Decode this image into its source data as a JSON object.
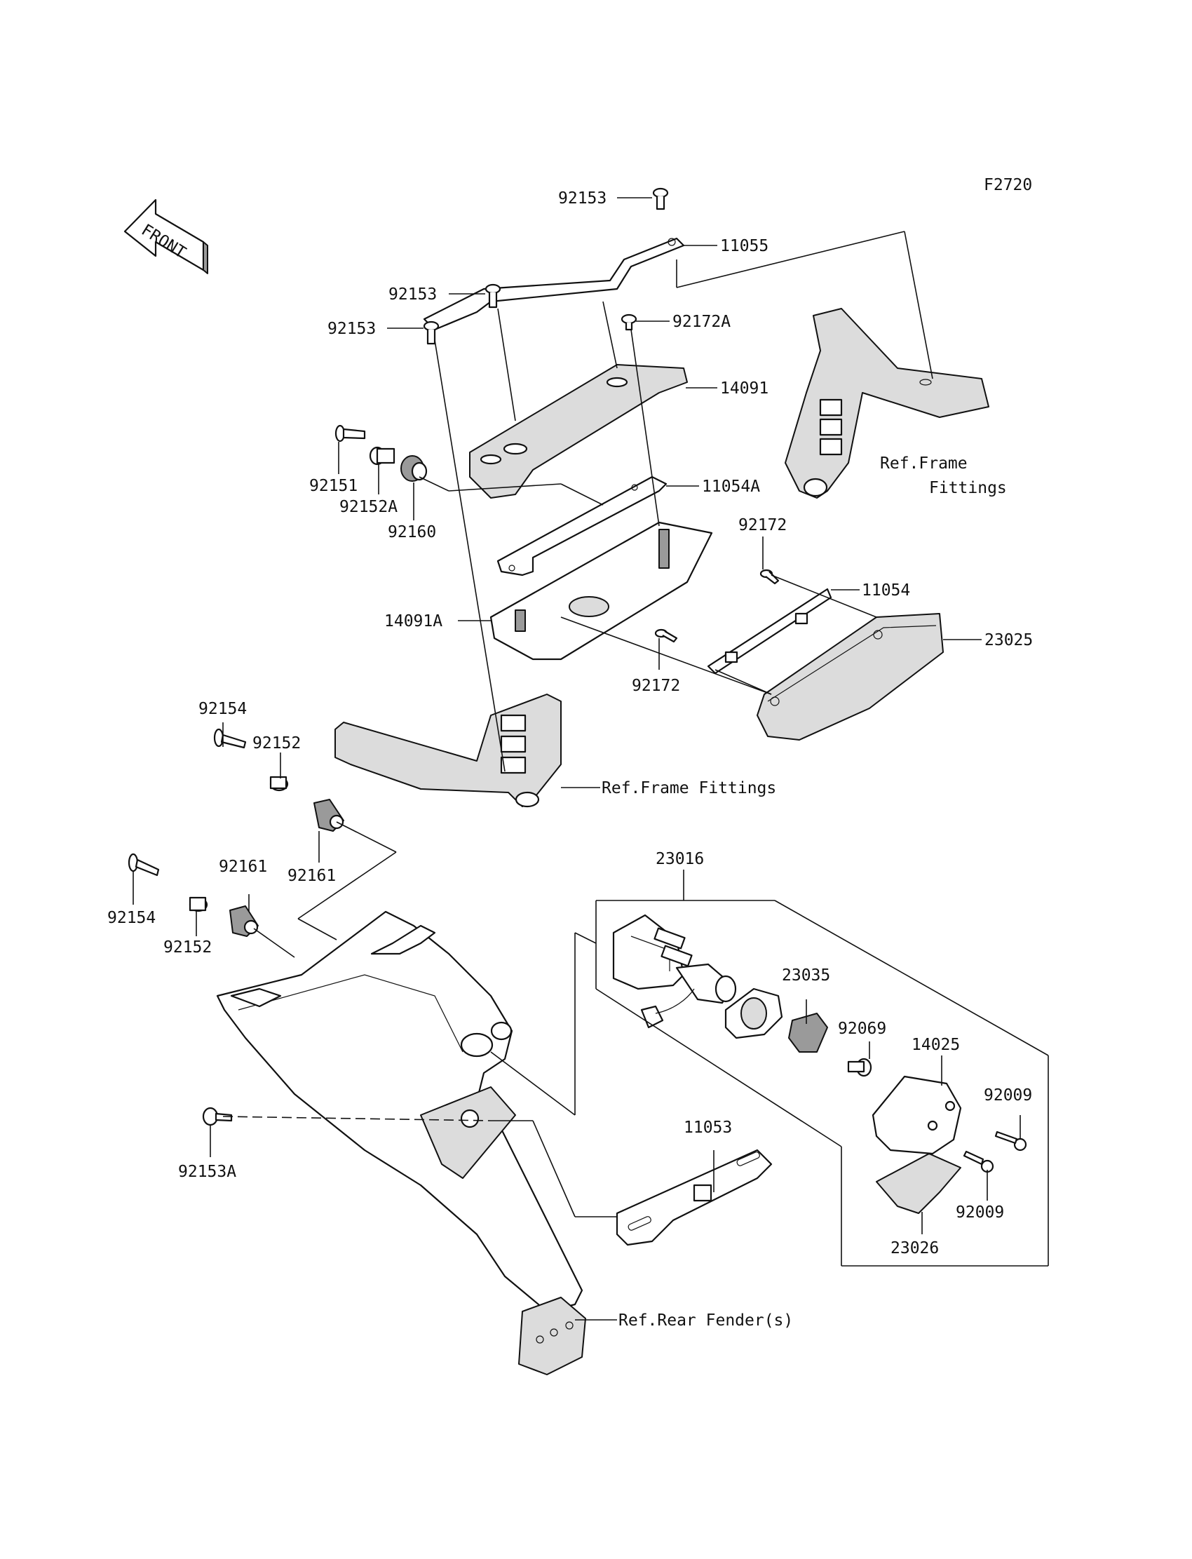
{
  "figure_code": "F2720",
  "front_marker": "FRONT",
  "callouts": {
    "c_92153_top": "92153",
    "c_11055": "11055",
    "c_92153_b": "92153",
    "c_92153_c": "92153",
    "c_92172A": "92172A",
    "c_14091": "14091",
    "c_92151": "92151",
    "c_92152A": "92152A",
    "c_92160": "92160",
    "c_11054A": "11054A",
    "c_ref_frame_1a": "Ref.Frame",
    "c_ref_frame_1b": "Fittings",
    "c_92172_a": "92172",
    "c_11054": "11054",
    "c_14091A": "14091A",
    "c_23025": "23025",
    "c_92172_b": "92172",
    "c_92154_a": "92154",
    "c_92152_a": "92152",
    "c_ref_frame_2": "Ref.Frame Fittings",
    "c_92161_a": "92161",
    "c_92161_b": "92161",
    "c_92154_b": "92154",
    "c_92152_b": "92152",
    "c_23016": "23016",
    "c_23035": "23035",
    "c_92069": "92069",
    "c_14025": "14025",
    "c_92009_a": "92009",
    "c_92009_b": "92009",
    "c_11053": "11053",
    "c_92153A": "92153A",
    "c_23026": "23026",
    "c_ref_fender": "Ref.Rear Fender(s)"
  }
}
